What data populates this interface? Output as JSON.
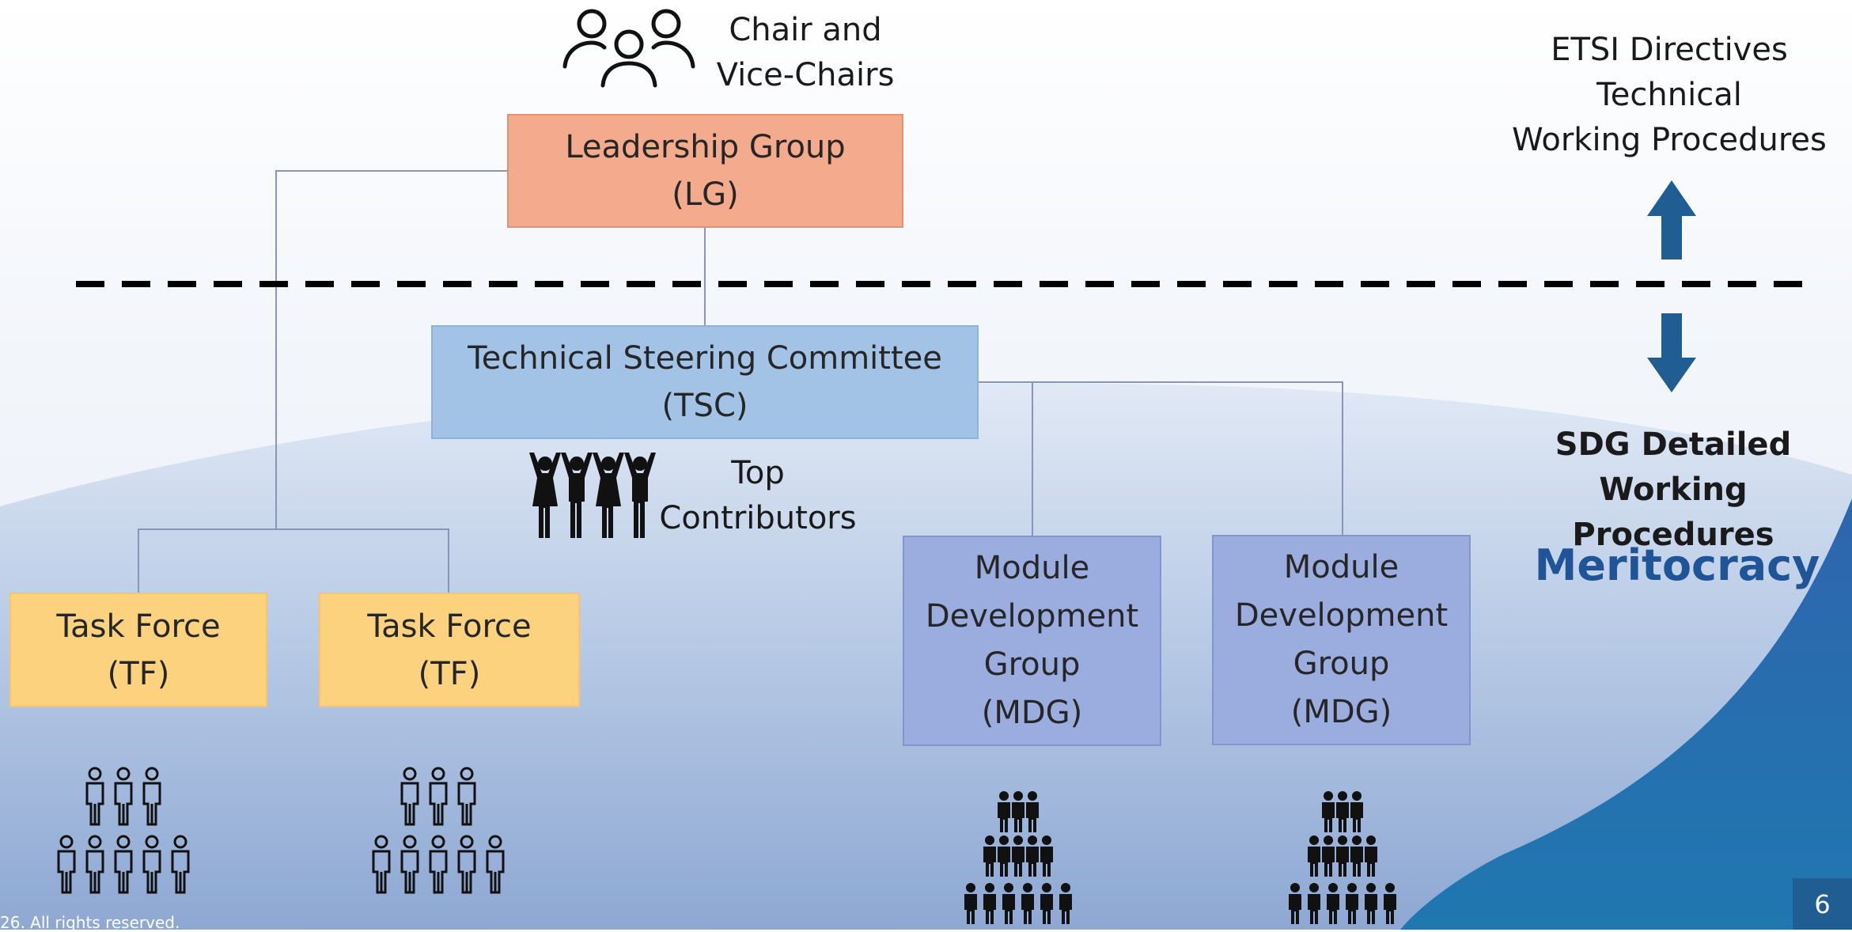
{
  "boxes": {
    "lg": {
      "line1": "Leadership Group",
      "line2": "(LG)",
      "color": "#f4aa8c"
    },
    "tsc": {
      "line1": "Technical Steering Committee",
      "line2": "(TSC)",
      "color": "#a2c3e6"
    },
    "tf1": {
      "line1": "Task Force",
      "line2": "(TF)",
      "color": "#fdd27f"
    },
    "tf2": {
      "line1": "Task Force",
      "line2": "(TF)",
      "color": "#fdd27f"
    },
    "mdg1": {
      "line1": "Module",
      "line2": "Development",
      "line3": "Group",
      "line4": "(MDG)",
      "color": "#9badde"
    },
    "mdg2": {
      "line1": "Module",
      "line2": "Development",
      "line3": "Group",
      "line4": "(MDG)",
      "color": "#9badde"
    }
  },
  "labels": {
    "chair": {
      "line1": "Chair and",
      "line2": "Vice-Chairs"
    },
    "top_contributors": {
      "line1": "Top",
      "line2": "Contributors"
    },
    "etsi": {
      "line1": "ETSI Directives",
      "line2": "Technical",
      "line3": "Working Procedures"
    },
    "sdg": {
      "line1": "SDG Detailed",
      "line2": "Working Procedures"
    },
    "meritocracy": "Meritocracy"
  },
  "icons": {
    "chair_group": "people-outline-icon",
    "top_contributors": "cheering-people-icon",
    "tf_members": "people-group-outline-icon",
    "mdg_members": "people-pyramid-icon",
    "arrow_up": "arrow-up-icon",
    "arrow_down": "arrow-down-icon"
  },
  "footer": {
    "copyright": "26. All rights reserved.",
    "page_number": "6"
  },
  "colors": {
    "accent": "#1f5597",
    "arrow": "#1f5d93",
    "divider": "#000000",
    "connector": "#8a94b8"
  }
}
